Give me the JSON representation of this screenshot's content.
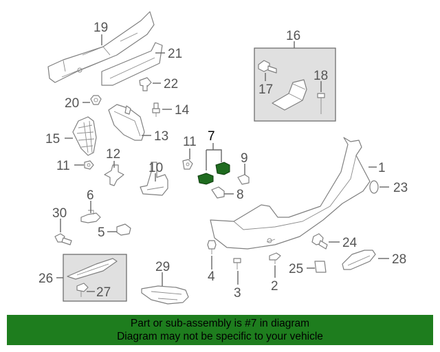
{
  "diagram": {
    "callouts": {
      "c1": "1",
      "c2": "2",
      "c3": "3",
      "c4": "4",
      "c5": "5",
      "c6": "6",
      "c7": "7",
      "c8": "8",
      "c9": "9",
      "c10": "10",
      "c11a": "11",
      "c11b": "11",
      "c12": "12",
      "c13": "13",
      "c14": "14",
      "c15": "15",
      "c16": "16",
      "c17": "17",
      "c18": "18",
      "c19": "19",
      "c20": "20",
      "c21": "21",
      "c22": "22",
      "c23": "23",
      "c24": "24",
      "c25": "25",
      "c26": "26",
      "c27": "27",
      "c28": "28",
      "c29": "29",
      "c30": "30"
    },
    "highlight_color": "#1f6b1f",
    "box_color": "#e0e0e0"
  },
  "footer": {
    "line1": "Part or sub-assembly is #7 in diagram",
    "line2": "Diagram may not be specific to your vehicle",
    "background": "#1e7d1e"
  }
}
